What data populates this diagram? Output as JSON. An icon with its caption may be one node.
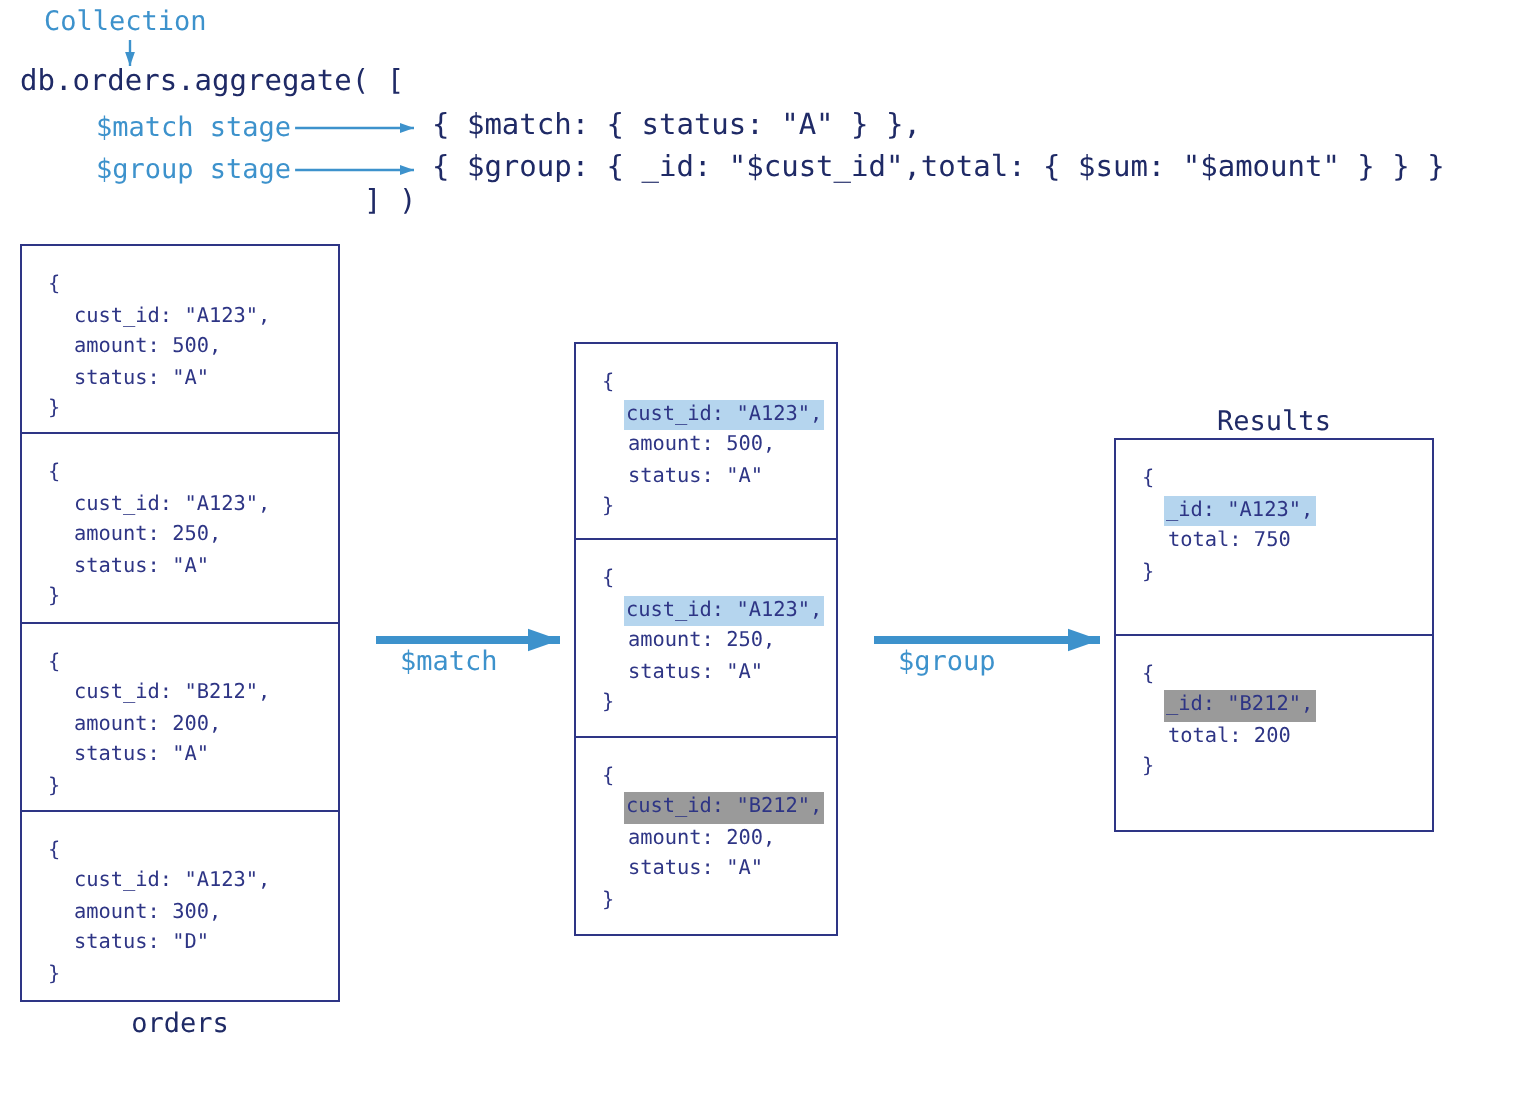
{
  "diagram": {
    "nodes": [
      {
        "text": [
          "Collection"
        ]
      },
      {
        "text": [
          "db.orders.aggregate( ["
        ]
      },
      {
        "text": [
          "$match stage"
        ]
      },
      {
        "text": [
          "{ $match: { status: \"A\" } },"
        ]
      },
      {
        "text": [
          "$group stage"
        ]
      },
      {
        "text": [
          "{ $group: { _id: \"$cust_id\",total: { $sum: \"$amount\" } } }"
        ]
      },
      {
        "text": [
          "orders"
        ]
      },
      {
        "text": [
          "{",
          "cust_id: \"A123\",",
          "amount: 500,",
          "status: \"A\"",
          "}"
        ],
        "in": 6
      },
      {
        "text": [
          "{",
          "cust_id: \"A123\",",
          "amount: 250,",
          "status: \"A\"",
          "}"
        ],
        "in": 6
      },
      {
        "text": [
          "{",
          "cust_id: \"B212\",",
          "amount: 200,",
          "status: \"A\"",
          "}"
        ],
        "in": 6
      },
      {
        "text": [
          "{",
          "cust_id: \"A123\",",
          "amount: 300,",
          "status: \"D\"",
          "}"
        ],
        "in": 6
      },
      {
        "text": [],
        "shape": "box"
      },
      {
        "text": [
          "{",
          "cust_id: \"A123\",",
          "amount: 500,",
          "status: \"A\"",
          "}"
        ],
        "in": 11
      },
      {
        "text": [
          "{",
          "cust_id: \"A123\",",
          "amount: 250,",
          "status: \"A\"",
          "}"
        ],
        "in": 11
      },
      {
        "text": [
          "{",
          "cust_id: \"B212\",",
          "amount: 200,",
          "status: \"A\"",
          "}"
        ],
        "in": 11
      },
      {
        "text": [
          "Results"
        ]
      },
      {
        "text": [
          "{",
          "_id: \"A123\",",
          "total: 750",
          "}"
        ],
        "in": 15
      },
      {
        "text": [
          "{",
          "_id: \"B212\",",
          "total: 200",
          "}"
        ],
        "in": 15
      }
    ],
    "edges": [
      {
        "from": 0,
        "to": 1,
        "arrow": "to"
      },
      {
        "from": 2,
        "to": 3,
        "arrow": "to"
      },
      {
        "from": 4,
        "to": 5,
        "arrow": "to"
      },
      {
        "from": 6,
        "to": 11,
        "arrow": "to",
        "label": "$match",
        "style": "thick"
      },
      {
        "from": 11,
        "to": 15,
        "arrow": "to",
        "label": "$group",
        "style": "thick"
      }
    ],
    "labels": [
      "] )"
    ]
  }
}
